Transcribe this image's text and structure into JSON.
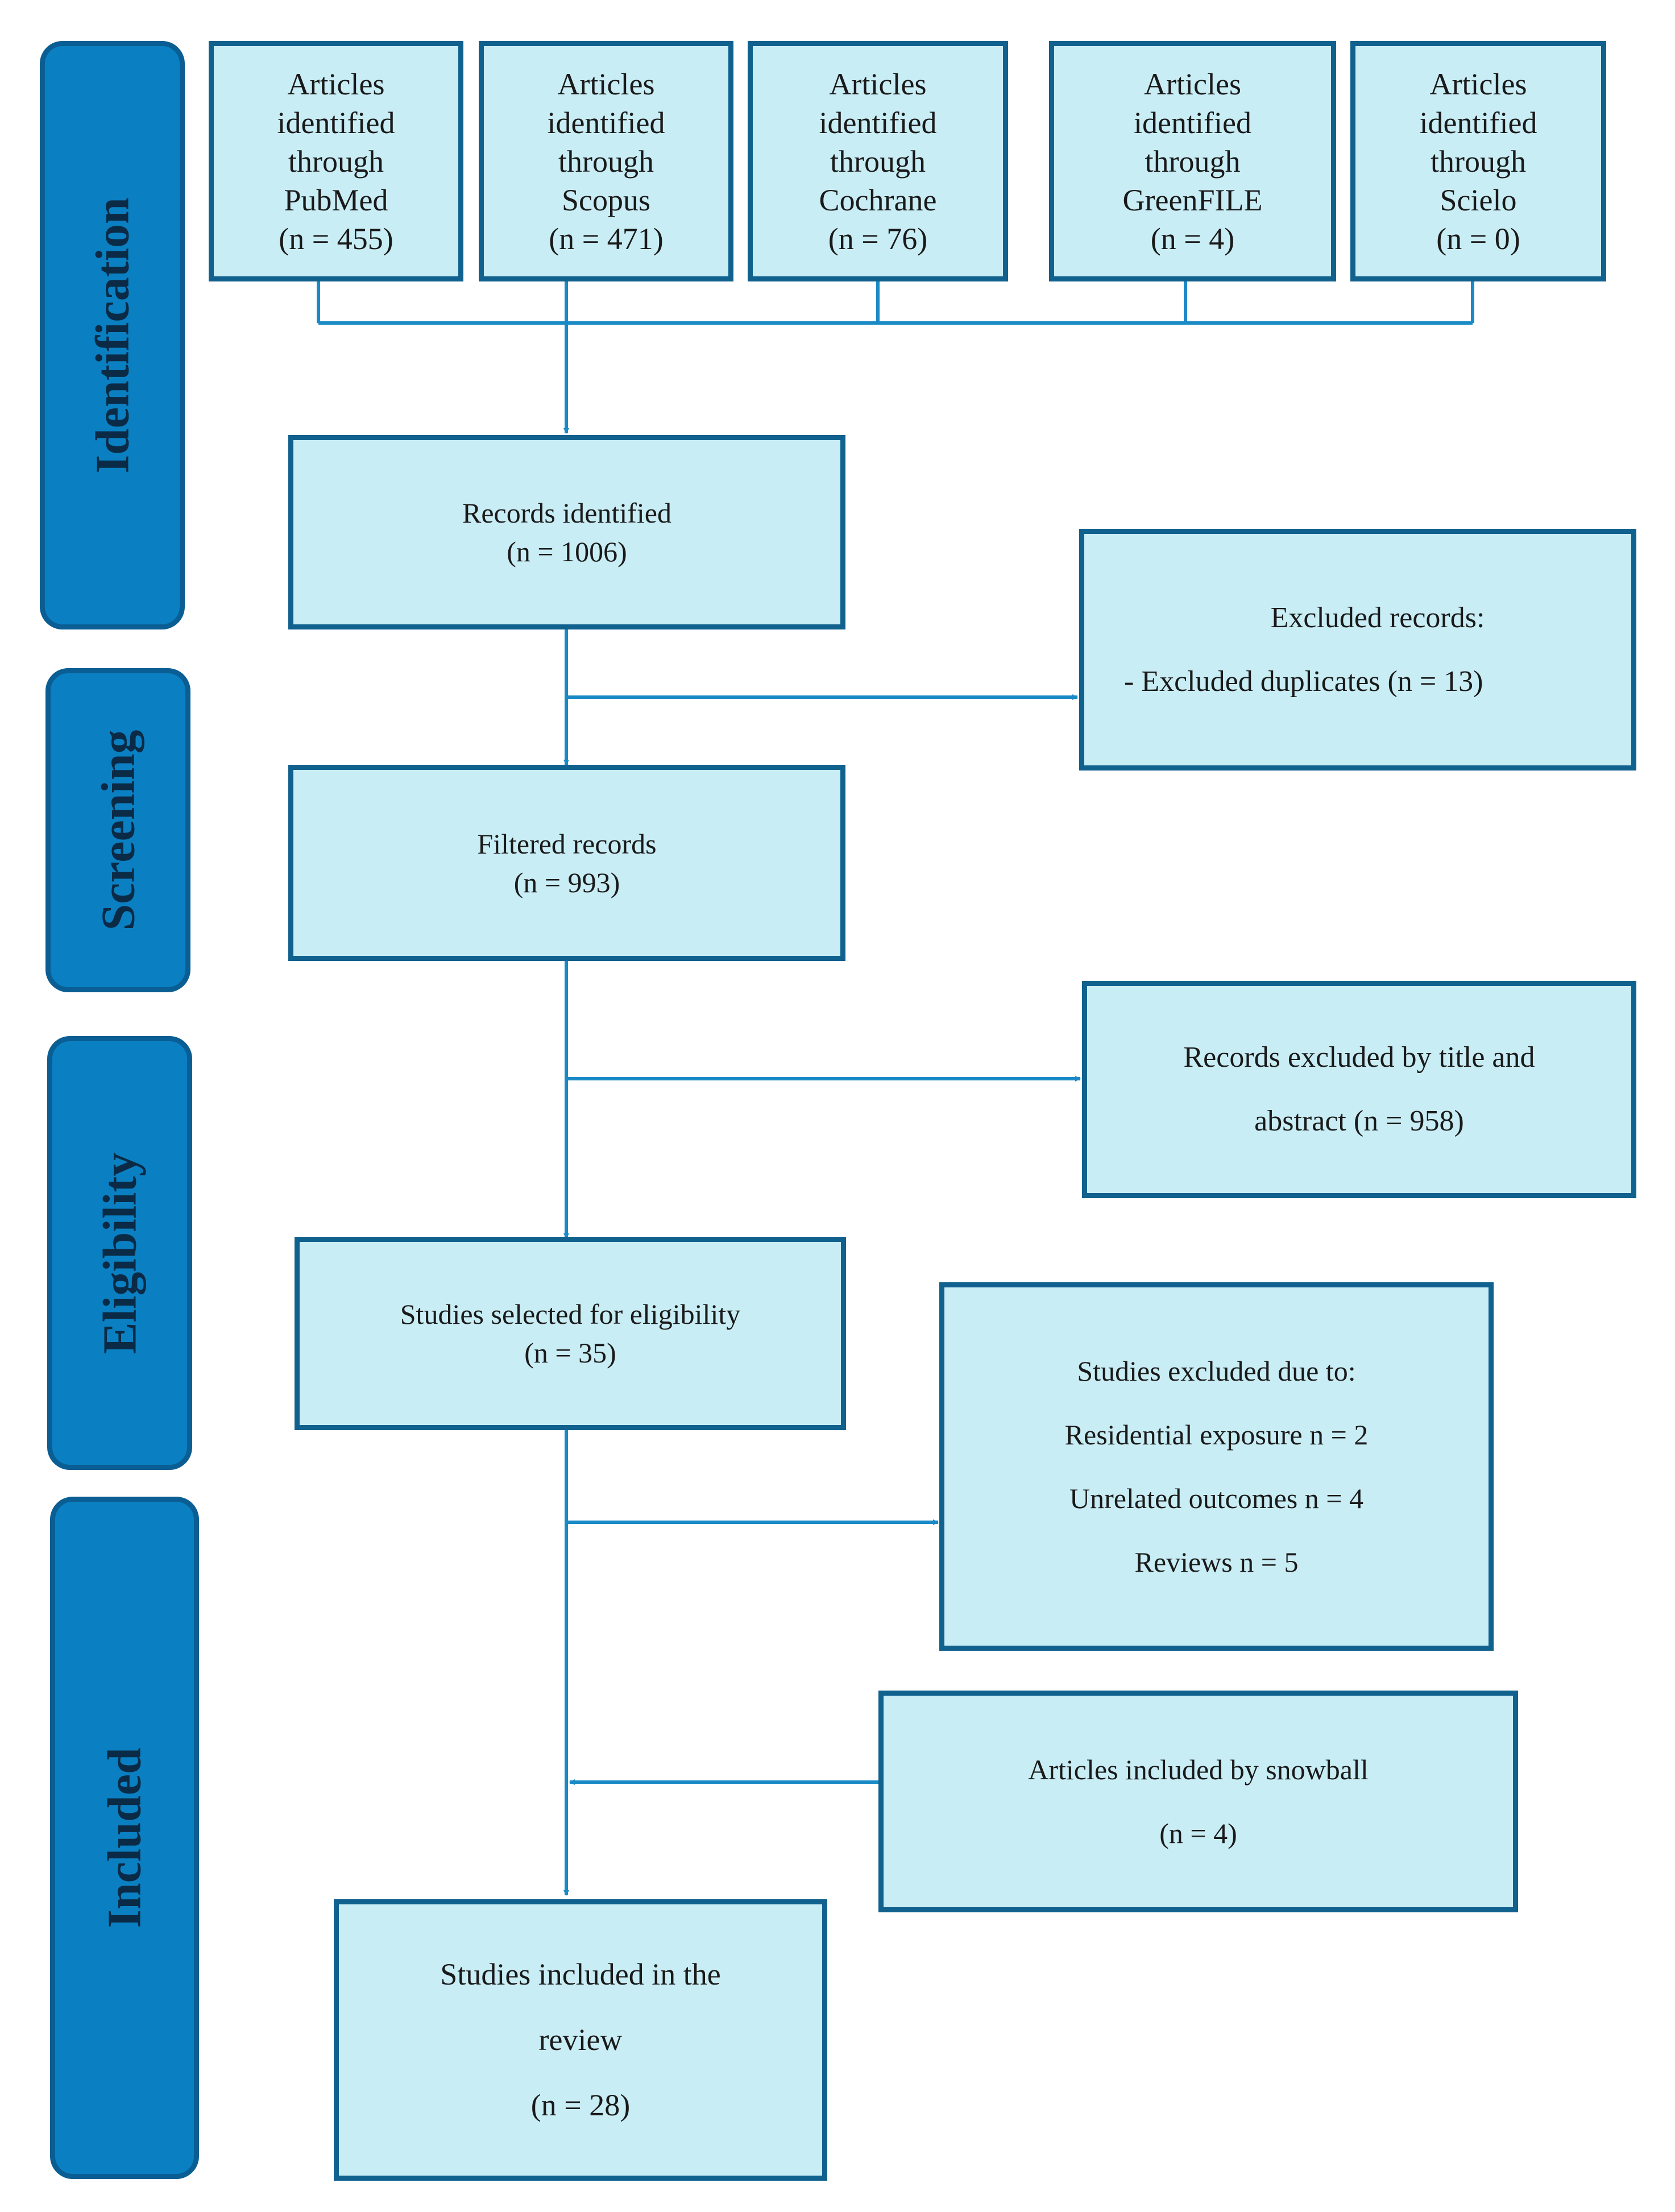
{
  "phases": {
    "identification": "Identification",
    "screening": "Screening",
    "eligibility": "Eligibility",
    "included": "Included"
  },
  "sources": [
    {
      "lines": [
        "Articles",
        "identified",
        "through",
        "PubMed",
        "(n = 455)"
      ]
    },
    {
      "lines": [
        "Articles",
        "identified",
        "through",
        "Scopus",
        "(n = 471)"
      ]
    },
    {
      "lines": [
        "Articles",
        "identified",
        "through",
        "Cochrane",
        "(n = 76)"
      ]
    },
    {
      "lines": [
        "Articles",
        "identified",
        "through",
        "GreenFILE",
        "(n = 4)"
      ]
    },
    {
      "lines": [
        "Articles",
        "identified",
        "through",
        "Scielo",
        "(n = 0)"
      ]
    }
  ],
  "records_identified": {
    "label": "Records identified",
    "count": "(n = 1006)"
  },
  "excluded_records": {
    "label": "Excluded records:",
    "item": "- Excluded duplicates (n = 13)"
  },
  "filtered_records": {
    "label": "Filtered records",
    "count": "(n = 993)"
  },
  "excluded_title_abstract": {
    "line1": "Records excluded by title and",
    "line2": "abstract (n = 958)"
  },
  "selected_eligibility": {
    "label": "Studies selected for eligibility",
    "count": "(n = 35)"
  },
  "studies_excluded": {
    "label": "Studies excluded due to:",
    "reasons": [
      "Residential exposure n = 2",
      "Unrelated outcomes n = 4",
      "Reviews n = 5"
    ]
  },
  "snowball": {
    "label": "Articles included by snowball",
    "count": "(n = 4)"
  },
  "included_review": {
    "line1": "Studies included in the",
    "line2": "review",
    "count": "(n = 28)"
  },
  "colors": {
    "phase_fill": "#0a80c2",
    "box_fill": "#c9edf5",
    "border": "#11618e",
    "arrow": "#1a8ac6"
  }
}
